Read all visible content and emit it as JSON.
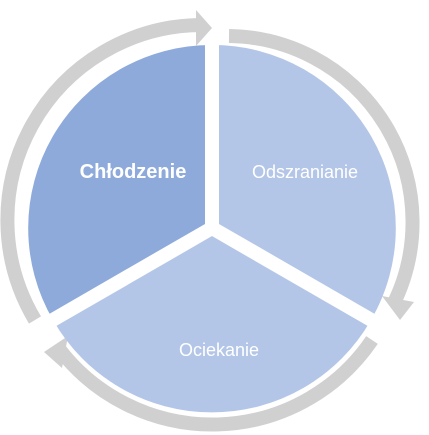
{
  "cycle": {
    "segments": [
      {
        "label": "Chłodzenie",
        "color": "#8eaadb",
        "active": true
      },
      {
        "label": "Odszranianie",
        "color": "#b4c6e7",
        "active": false
      },
      {
        "label": "Ociekanie",
        "color": "#b4c6e7",
        "active": false
      }
    ],
    "arrow_color": "#d0d0d0",
    "divider_color": "#ffffff"
  }
}
